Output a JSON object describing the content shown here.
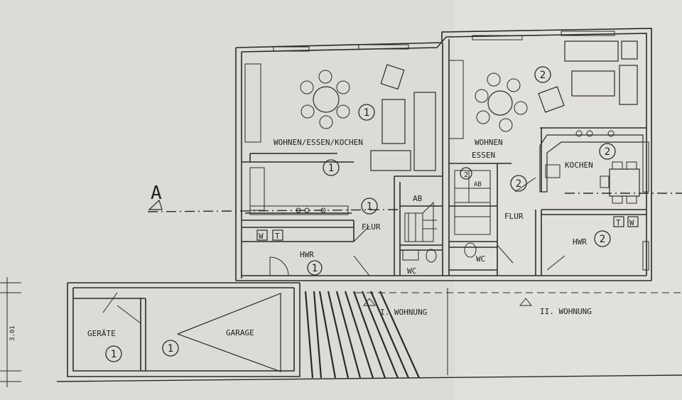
{
  "section_marker": "A",
  "rooms": {
    "left_living": "WOHNEN/ESSEN/KOCHEN",
    "left_flur": "FLUR",
    "left_ab": "AB",
    "left_wc": "WC",
    "left_hwr": "HWR",
    "left_w": "W",
    "left_t": "T",
    "right_living_1": "WOHNEN",
    "right_living_2": "ESSEN",
    "right_ab": "AB",
    "right_flur": "FLUR",
    "right_kochen": "KOCHEN",
    "right_wc": "WC",
    "right_hwr": "HWR",
    "right_t": "T",
    "right_w": "W",
    "geraete": "GERÄTE",
    "garage": "GARAGE"
  },
  "units": {
    "first": "I. WOHNUNG",
    "second": "II. WOHNUNG"
  },
  "unit_markers": {
    "one": "1",
    "two": "2"
  },
  "dimension_label": "3.01"
}
